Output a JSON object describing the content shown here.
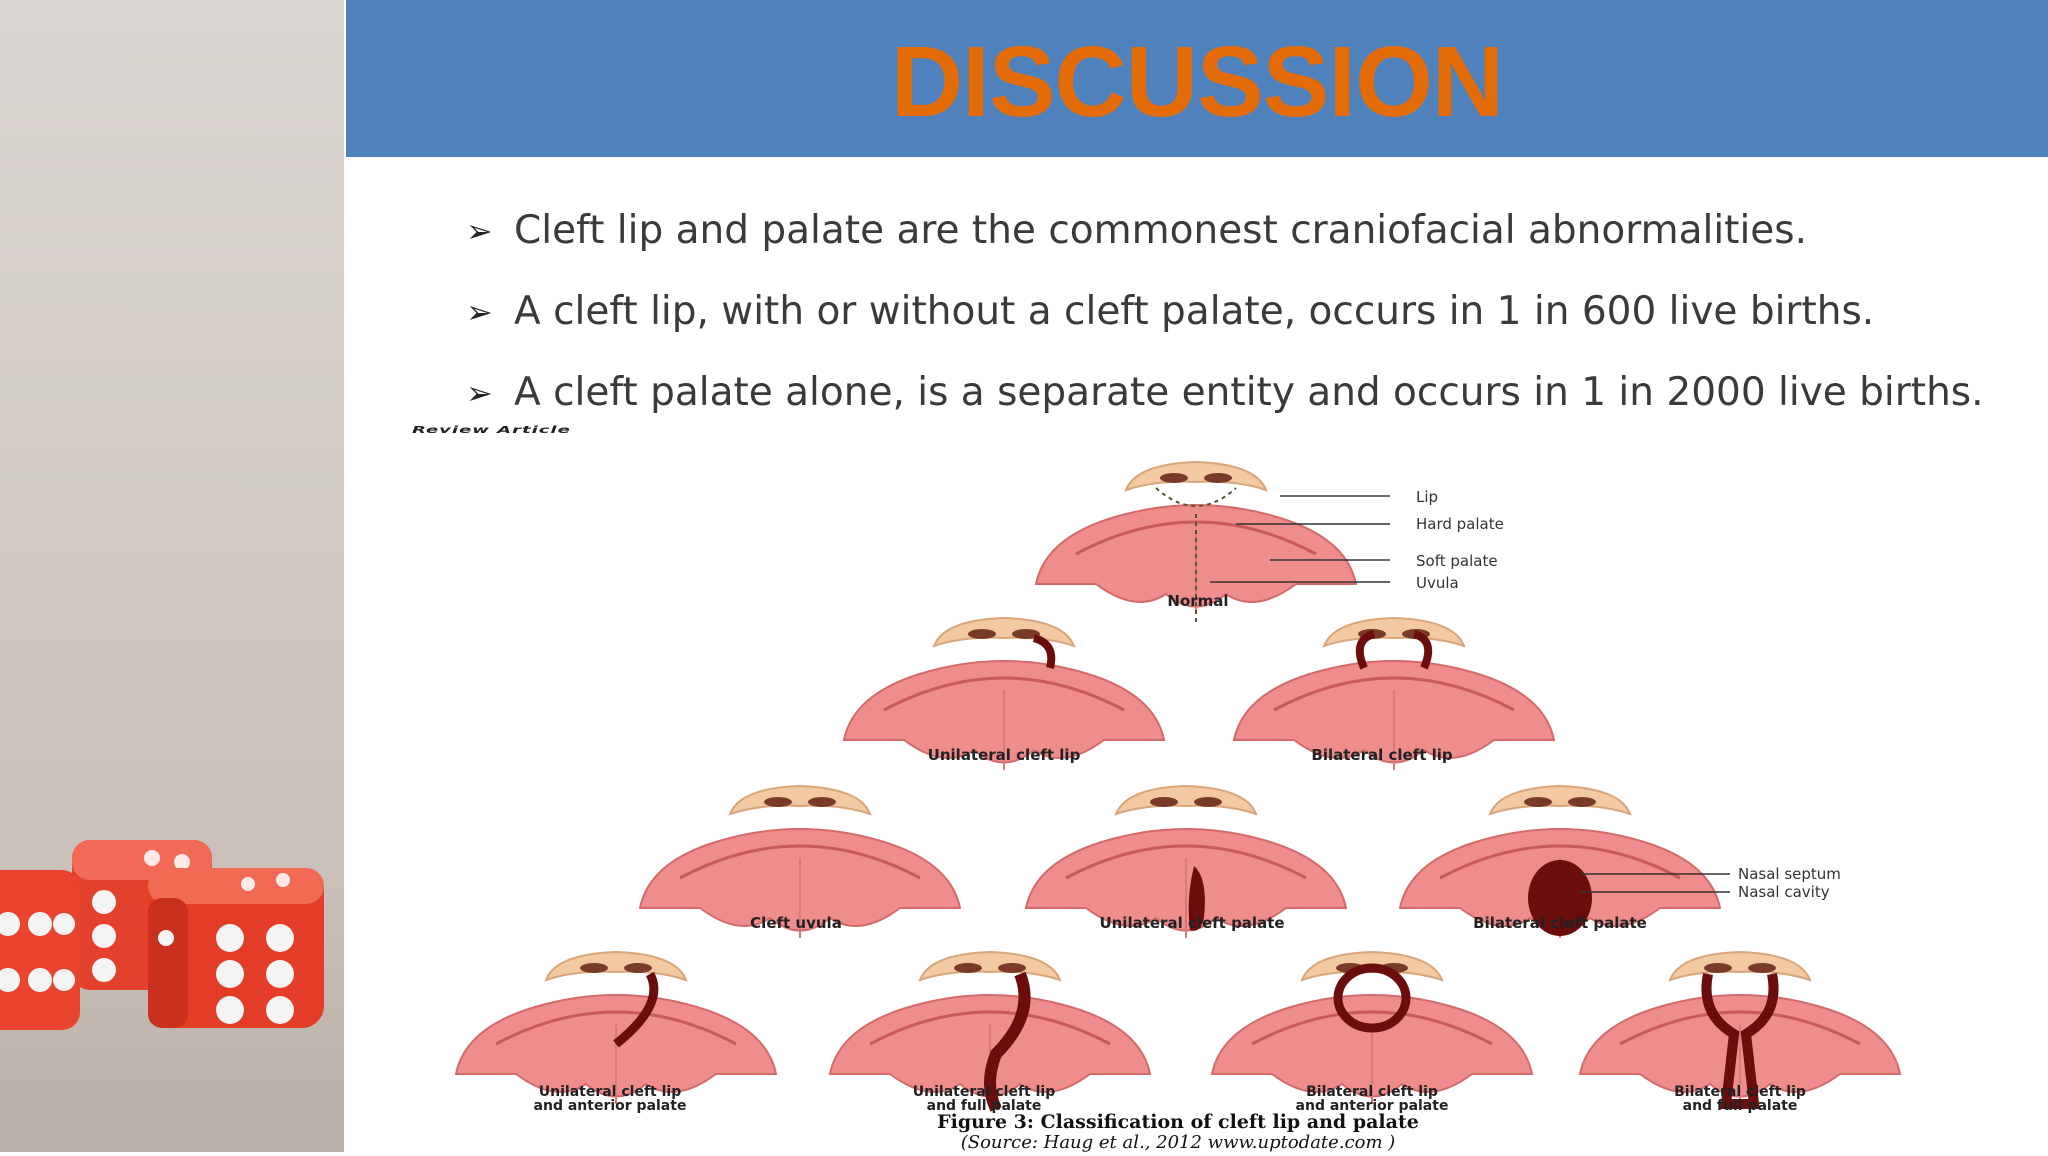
{
  "slide": {
    "title": "DISCUSSION",
    "bullets": [
      "Cleft lip and palate are the commonest craniofacial abnormalities.",
      "A cleft lip, with or without a cleft palate, occurs in 1 in 600 live births.",
      "A cleft palate alone, is a separate entity and occurs in 1 in 2000 live births."
    ]
  },
  "figure": {
    "header_fragment": "Review Article",
    "normal": {
      "label": "Normal",
      "parts": [
        "Lip",
        "Hard palate",
        "Soft palate",
        "Uvula"
      ]
    },
    "row2": [
      "Unilateral cleft lip",
      "Bilateral cleft lip"
    ],
    "row3": [
      "Cleft uvula",
      "Unilateral cleft palate",
      "Bilateral cleft palate"
    ],
    "row3_parts": [
      "Nasal septum",
      "Nasal cavity"
    ],
    "row4": [
      [
        "Unilateral cleft lip",
        "and anterior palate"
      ],
      [
        "Unilateral cleft lip",
        "and full palate"
      ],
      [
        "Bilateral cleft lip",
        "and anterior palate"
      ],
      [
        "Bilateral cleft lip",
        "and full palate"
      ]
    ],
    "caption": "Figure 3: Classification of cleft lip and palate",
    "source": "(Source: Haug et al., 2012 www.uptodate.com )"
  },
  "colors": {
    "header_bg": "#4f81bd",
    "title": "#e36c09",
    "palate": "#ef8c8c",
    "nose": "#f2c9a0",
    "cleft": "#6b0d0d",
    "dice": "#e8442e"
  }
}
